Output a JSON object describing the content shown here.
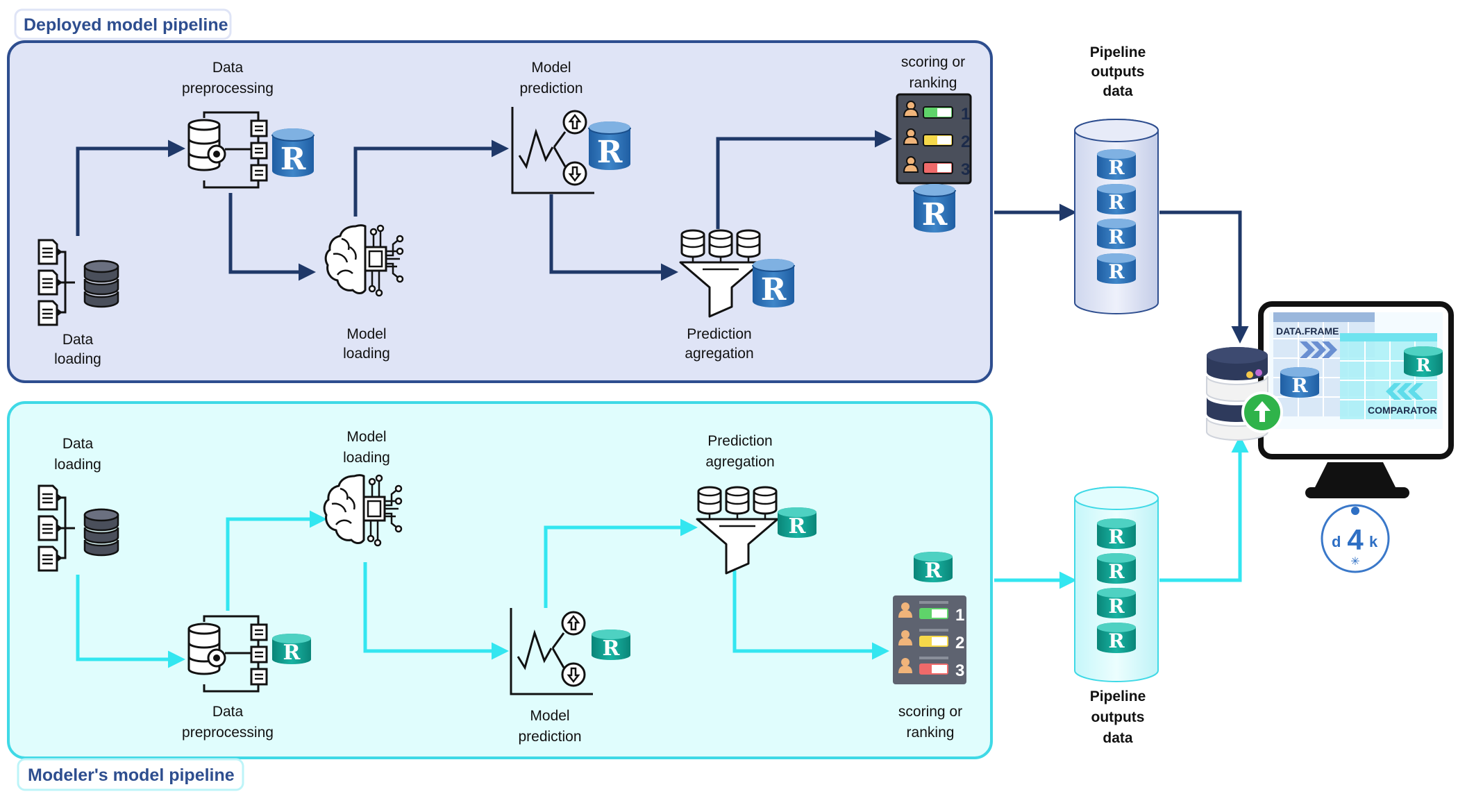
{
  "colors": {
    "deployed_fill": "#dfe4f6",
    "deployed_border": "#2e4e8f",
    "deployed_arrow": "#1f3868",
    "modeler_fill": "#e0fdfd",
    "modeler_border": "#3fd9e6",
    "modeler_arrow": "#33e6f0",
    "r_blue": "#2f6fb4",
    "r_teal": "#0e9a8d"
  },
  "deployed": {
    "title": "Deployed model pipeline",
    "labels": {
      "data_loading": [
        "Data",
        "loading"
      ],
      "data_preprocessing": [
        "Data",
        "preprocessing"
      ],
      "model_loading": [
        "Model",
        "loading"
      ],
      "model_prediction": [
        "Model",
        "prediction"
      ],
      "prediction_agregation": [
        "Prediction",
        "agregation"
      ],
      "scoring": [
        "scoring or",
        "ranking"
      ]
    },
    "outputs_label": [
      "Pipeline",
      "outputs",
      "data"
    ]
  },
  "modeler": {
    "title": "Modeler's model pipeline",
    "labels": {
      "data_loading": [
        "Data",
        "loading"
      ],
      "data_preprocessing": [
        "Data",
        "preprocessing"
      ],
      "model_loading": [
        "Model",
        "loading"
      ],
      "model_prediction": [
        "Model",
        "prediction"
      ],
      "prediction_agregation": [
        "Prediction",
        "agregation"
      ],
      "scoring": [
        "scoring or",
        "ranking"
      ]
    },
    "outputs_label": [
      "Pipeline",
      "outputs",
      "data"
    ]
  },
  "r_letter": "R",
  "ranking_numbers": [
    "1",
    "2",
    "3"
  ],
  "monitor": {
    "data_frame_label": "DATA.FRAME",
    "comparator_label": "COMPARATOR"
  },
  "logo": {
    "left": "d",
    "center": "4",
    "right": "k"
  },
  "icons": [
    "document-icon",
    "database-icon",
    "gear-database-icon",
    "brain-chip-icon",
    "prediction-chart-icon",
    "funnel-icon",
    "ranking-board-icon",
    "r-database-icon",
    "cylinder-store-icon",
    "monitor-icon",
    "upload-icon",
    "d4k-logo-icon"
  ]
}
